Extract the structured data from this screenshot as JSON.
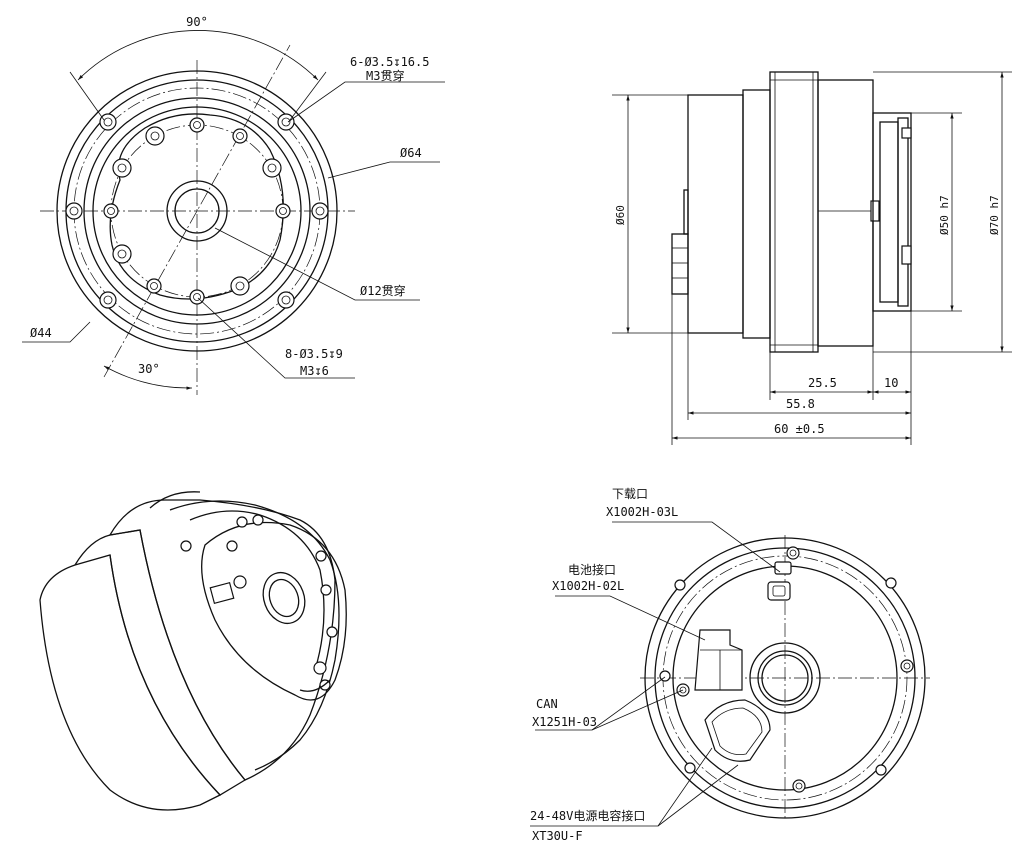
{
  "front_view": {
    "angle_90": "90°",
    "angle_30": "30°",
    "outer_holes_callout": "6-Ø3.5↧16.5",
    "outer_holes_thread": "M3贯穿",
    "d64": "Ø64",
    "d44": "Ø44",
    "bore_callout": "Ø12贯穿",
    "inner_holes_callout": "8-Ø3.5↧9",
    "inner_holes_thread": "M3↧6"
  },
  "side_view": {
    "d60": "Ø60",
    "d50h7": "Ø50 h7",
    "d70h7": "Ø70 h7",
    "len_25_5": "25.5",
    "len_10": "10",
    "len_55_8": "55.8",
    "len_60": "60 ±0.5"
  },
  "rear_view": {
    "download_port": "下载口",
    "download_part": "X1002H-03L",
    "battery_port": "电池接口",
    "battery_part": "X1002H-02L",
    "can_port": "CAN",
    "can_part": "X1251H-03",
    "power_port": "24-48V电源电容接口",
    "power_part": "XT30U-F"
  }
}
